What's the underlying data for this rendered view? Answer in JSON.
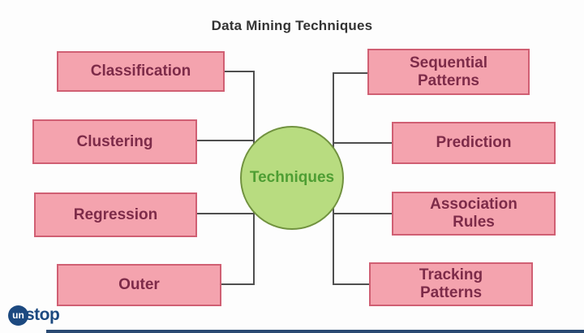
{
  "title": "Data Mining Techniques",
  "center": {
    "label": "Techniques"
  },
  "nodes": [
    {
      "label": "Classification",
      "side": "left"
    },
    {
      "label": "Clustering",
      "side": "left"
    },
    {
      "label": "Regression",
      "side": "left"
    },
    {
      "label": "Outer",
      "side": "left"
    },
    {
      "label": "Sequential\nPatterns",
      "side": "right"
    },
    {
      "label": "Prediction",
      "side": "right"
    },
    {
      "label": "Association\nRules",
      "side": "right"
    },
    {
      "label": "Tracking\nPatterns",
      "side": "right"
    }
  ],
  "logo": {
    "badge_text": "un",
    "name_text": "stop"
  },
  "colors": {
    "background": "#fdfdfd",
    "box-fill": "#f4a3ae",
    "box-border": "#d05f73",
    "box-text": "#7d2b49",
    "circle-fill": "#b8dc80",
    "circle-border": "#71923f",
    "circle-text": "#4e9e33",
    "connector": "#4f4f4f",
    "title-text": "#333333",
    "logo-blue": "#1c4980",
    "footer-bar": "#2a4a72"
  }
}
